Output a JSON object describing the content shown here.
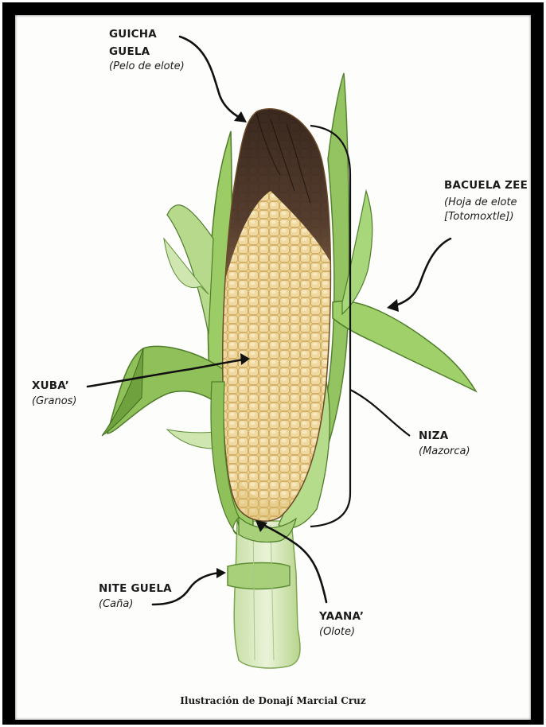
{
  "labels": {
    "silk": {
      "name_line1": "GUICHA",
      "name_line2": "GUELA",
      "translation": "(Pelo de elote)"
    },
    "husk": {
      "name": "BACUELA ZEE",
      "translation_line1": "(Hoja de elote",
      "translation_line2": "[Totomoxtle])"
    },
    "kernels": {
      "name": "XUBA’",
      "translation": "(Granos)"
    },
    "ear": {
      "name": "NIZA",
      "translation": "(Mazorca)"
    },
    "stalk": {
      "name": "NITE GUELA",
      "translation": "(Caña)"
    },
    "cob": {
      "name": "YAANA’",
      "translation": "(Olote)"
    }
  },
  "credit": "Ilustración de Donají Marcial Cruz",
  "colors": {
    "frame": "#000000",
    "husk_green": "#8fc05a",
    "husk_dark": "#5e8f35",
    "kernel": "#efd9a0",
    "kernel_dark": "#d9b868",
    "silk": "#3c2820"
  }
}
